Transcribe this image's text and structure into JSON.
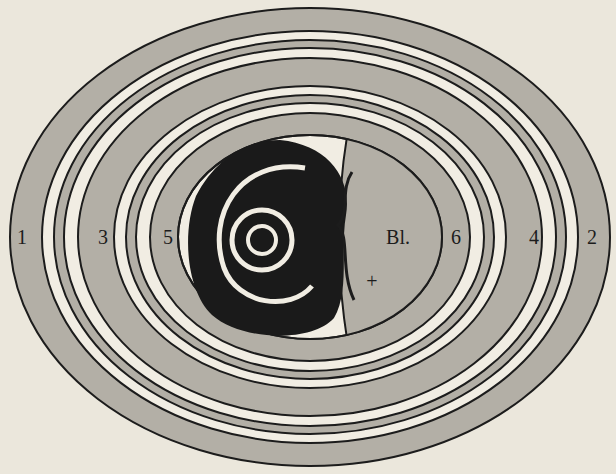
{
  "diagram": {
    "labels": [
      "1",
      "3",
      "5",
      "Bl.",
      "6",
      "4",
      "2",
      "+"
    ]
  }
}
